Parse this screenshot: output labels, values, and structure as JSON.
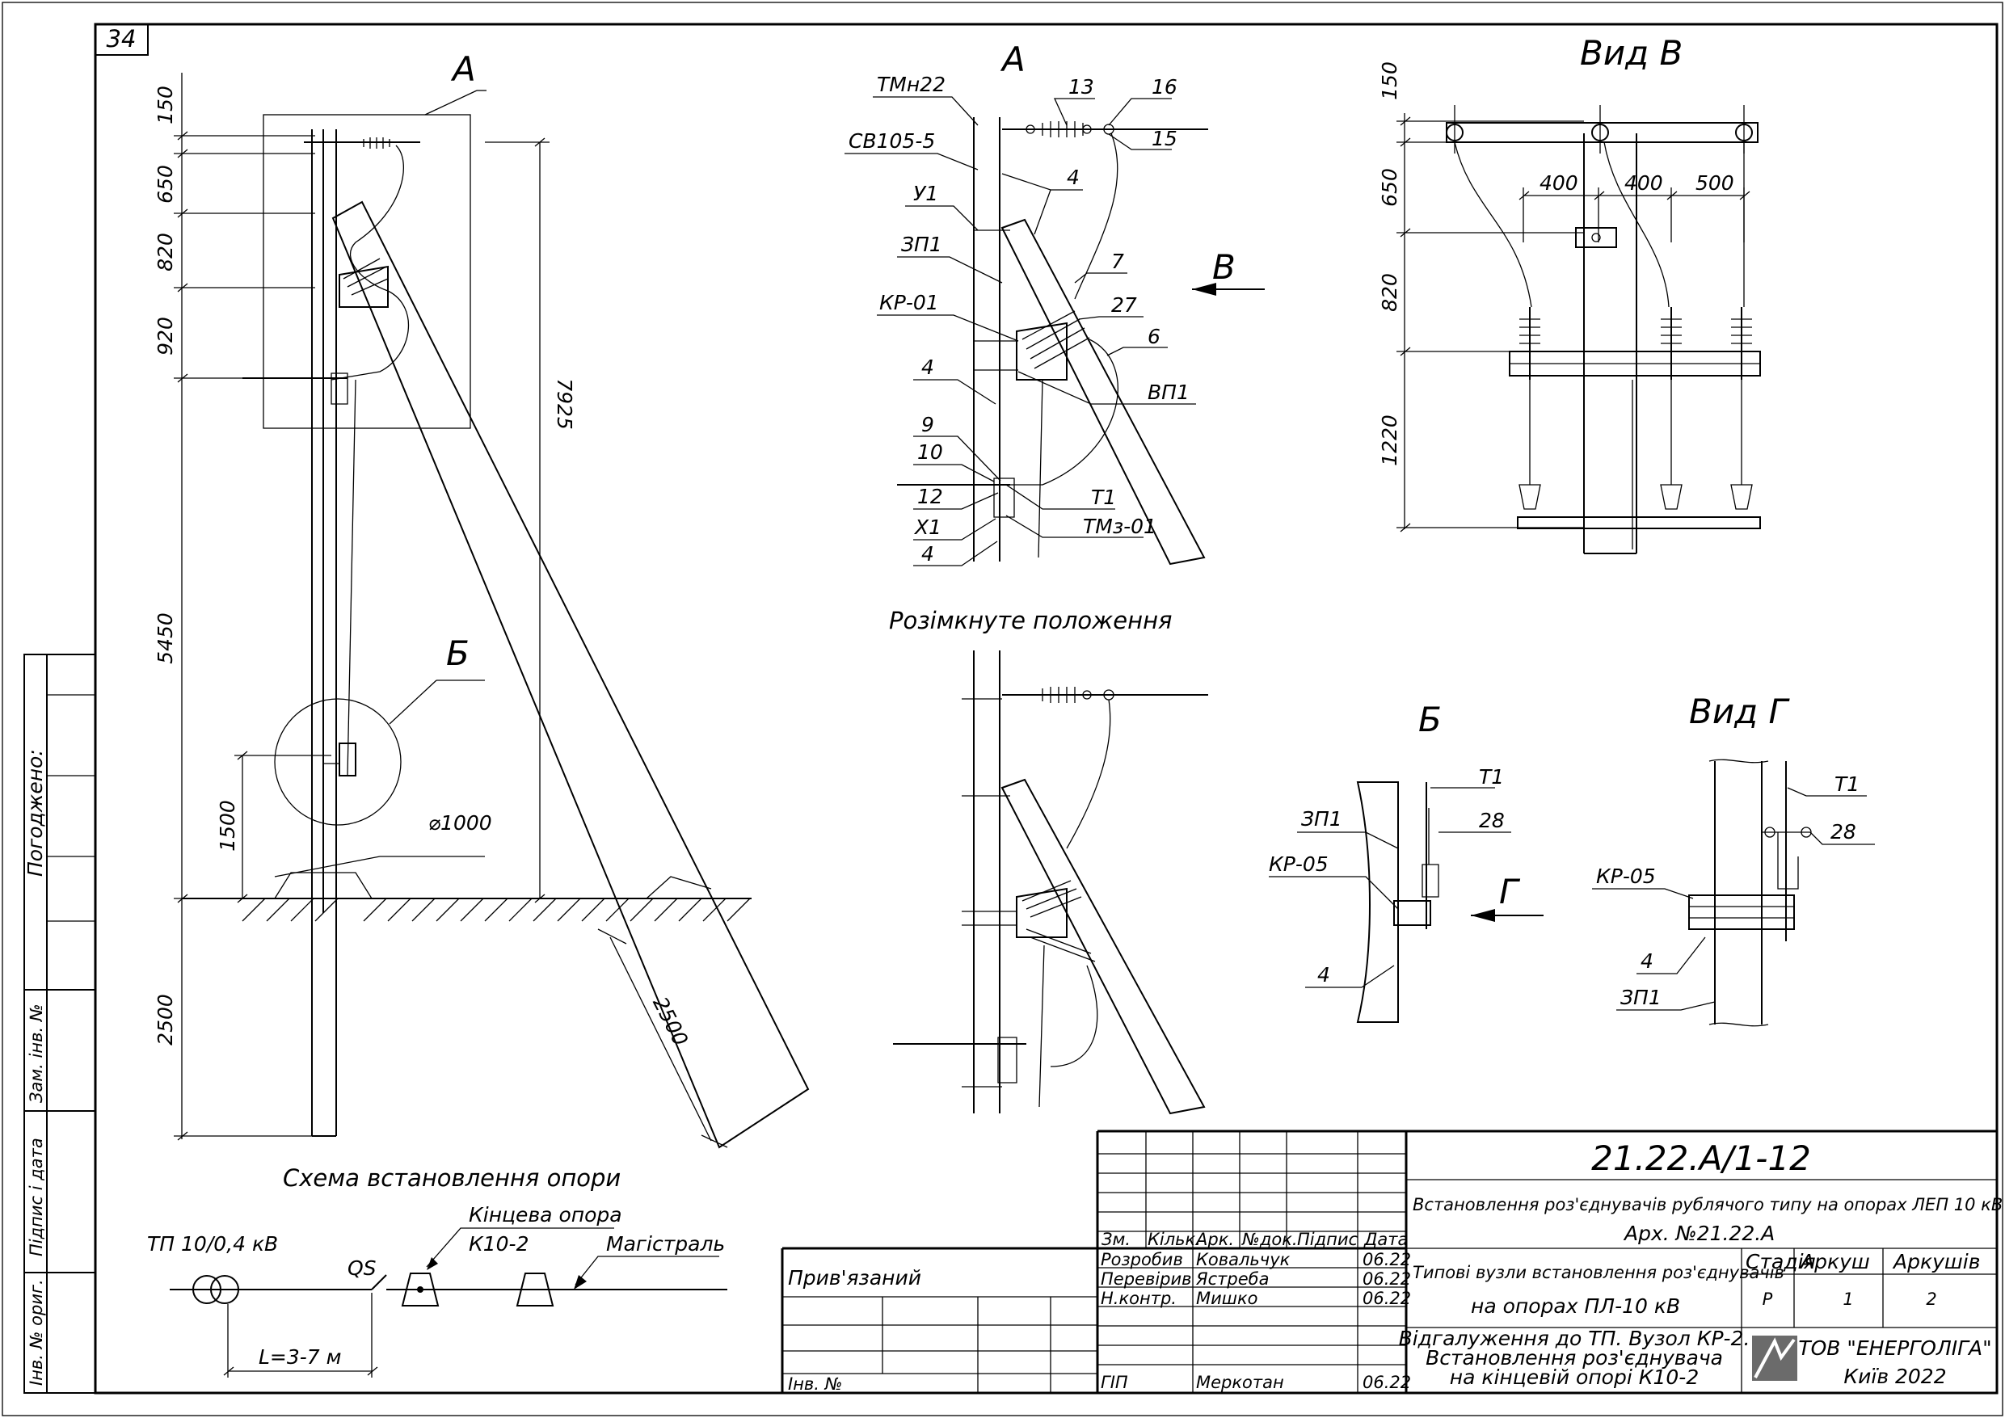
{
  "sheet": {
    "number": "34",
    "side_labels": {
      "agreed": "Погоджено:",
      "replaced_inv": "Зам. інв. №",
      "sign_date": "Підпис і дата",
      "orig_inv": "Інв. № ориг."
    }
  },
  "main_view": {
    "callout_a": "А",
    "callout_b": "Б",
    "diameter_label": "⌀1000",
    "dims": {
      "d150": "150",
      "d650": "650",
      "d820": "820",
      "d920": "920",
      "d5450": "5450",
      "d1500": "1500",
      "d2500_vertical": "2500",
      "d7925": "7925",
      "d2500_slanted": "2500"
    }
  },
  "view_a": {
    "title": "А",
    "arrow_label": "В",
    "labels": {
      "tmn22": "ТМн22",
      "sv105": "СВ105-5",
      "u1": "У1",
      "zp1": "ЗП1",
      "kr01": "КР-01",
      "n4a": "4",
      "n9": "9",
      "n10": "10",
      "n12": "12",
      "x1": "Х1",
      "n4b": "4",
      "n13": "13",
      "n16": "16",
      "n15": "15",
      "n4c": "4",
      "n7": "7",
      "n27": "27",
      "n6": "6",
      "vp1": "ВП1",
      "t1": "Т1",
      "tmz01": "ТМз-01"
    }
  },
  "open_position": {
    "title": "Розімкнуте положення"
  },
  "view_b": {
    "title": "Вид В",
    "dims": {
      "d150": "150",
      "d650": "650",
      "d820": "820",
      "d1220": "1220",
      "d400a": "400",
      "d400b": "400",
      "d500": "500"
    }
  },
  "detail_b": {
    "title": "Б",
    "arrow_label": "Г",
    "labels": {
      "t1": "Т1",
      "zp1": "ЗП1",
      "n28": "28",
      "kr05": "КР-05",
      "n4": "4"
    }
  },
  "view_g": {
    "title": "Вид Г",
    "labels": {
      "t1": "Т1",
      "n28": "28",
      "kr05": "КР-05",
      "n4": "4",
      "zp1": "ЗП1"
    }
  },
  "scheme": {
    "title": "Схема встановлення опори",
    "tp": "ТП 10/0,4 кВ",
    "qs": "QS",
    "end_pole": "Кінцева опора",
    "k10": "К10-2",
    "mainline": "Магістраль",
    "distance": "L=3-7 м"
  },
  "title_block": {
    "code": "21.22.А/1-12",
    "project_title": "Встановлення роз'єднувачів рублячого типу на опорах ЛЕП 10 кВ",
    "archive": "Арх. №21.22.А",
    "section_title_1": "Типові вузли встановлення роз'єднувачів",
    "section_title_2": "на опорах ПЛ-10 кВ",
    "sheet_title_1": "Відгалуження до ТП. Вузол КР-2.",
    "sheet_title_2": "Встановлення роз'єднувача",
    "sheet_title_3": "на кінцевій опорі К10-2",
    "company": "ТОВ \"ЕНЕРГОЛІГА\"",
    "city": "Київ 2022",
    "bound_label": "Прив'язаний",
    "inv_label": "Інв. №",
    "headers": {
      "zm": "Зм.",
      "kilk": "Кільк.",
      "ark": "Арк.",
      "ndok": "№док.",
      "pidpys": "Підпис",
      "data": "Дата"
    },
    "stage_headers": {
      "stage": "Стадія",
      "sheet": "Аркуш",
      "sheets": "Аркушів"
    },
    "stage_values": {
      "stage": "Р",
      "sheet": "1",
      "sheets": "2"
    },
    "people": [
      {
        "role": "Розробив",
        "name": "Ковальчук",
        "date": "06.22"
      },
      {
        "role": "Перевірив",
        "name": "Ястреба",
        "date": "06.22"
      },
      {
        "role": "Н.контр.",
        "name": "Мишко",
        "date": "06.22"
      },
      {
        "role": "ГІП",
        "name": "Меркотан",
        "date": "06.22"
      }
    ]
  }
}
